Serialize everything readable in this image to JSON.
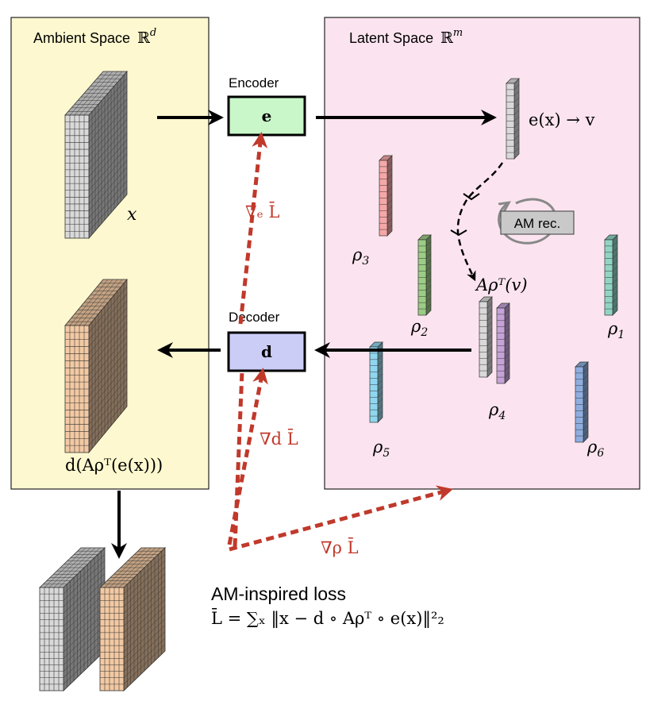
{
  "panels": {
    "ambient_label": "Ambient Space",
    "ambient_symbol": "ℝ",
    "ambient_sup": "d",
    "latent_label": "Latent Space",
    "latent_symbol": "ℝ",
    "latent_sup": "m"
  },
  "encoder": {
    "title": "Encoder",
    "symbol": "e"
  },
  "decoder": {
    "title": "Decoder",
    "symbol": "d"
  },
  "math": {
    "x": "x",
    "encoded": "e(x) → v",
    "am_label": "AM rec.",
    "projection": "Aρᵀ(v)",
    "reconstruction": "d(Aρᵀ(e(x)))",
    "grad_e": "∇ₑ L̄",
    "grad_d": "∇d L̄",
    "grad_rho": "∇ρ L̄"
  },
  "rho_labels": [
    {
      "base": "ρ",
      "sub": "3"
    },
    {
      "base": "ρ",
      "sub": "2"
    },
    {
      "base": "ρ",
      "sub": "1"
    },
    {
      "base": "ρ",
      "sub": "4"
    },
    {
      "base": "ρ",
      "sub": "5"
    },
    {
      "base": "ρ",
      "sub": "6"
    }
  ],
  "loss": {
    "title": "AM-inspired loss",
    "formula": "L̄ = ∑ₓ ‖x − d ∘ Aρᵀ ∘ e(x)‖²₂"
  },
  "colors": {
    "ambient_bg": "#fdf8cf",
    "latent_bg": "#fbe4ef",
    "encoder_fill": "#c9f7c9",
    "decoder_fill": "#cccdf7",
    "gradient": "#c0392b",
    "gray_tensor": "#d9d9d9",
    "orange_tensor": "#f2c9a3",
    "red_vec": "#f6a8a8",
    "green_vec": "#9ccc85",
    "teal_vec": "#90d4c4",
    "purple_vec": "#c6a2d8",
    "cyan_vec": "#8fd7ef",
    "blue_vec": "#8eaee0"
  }
}
